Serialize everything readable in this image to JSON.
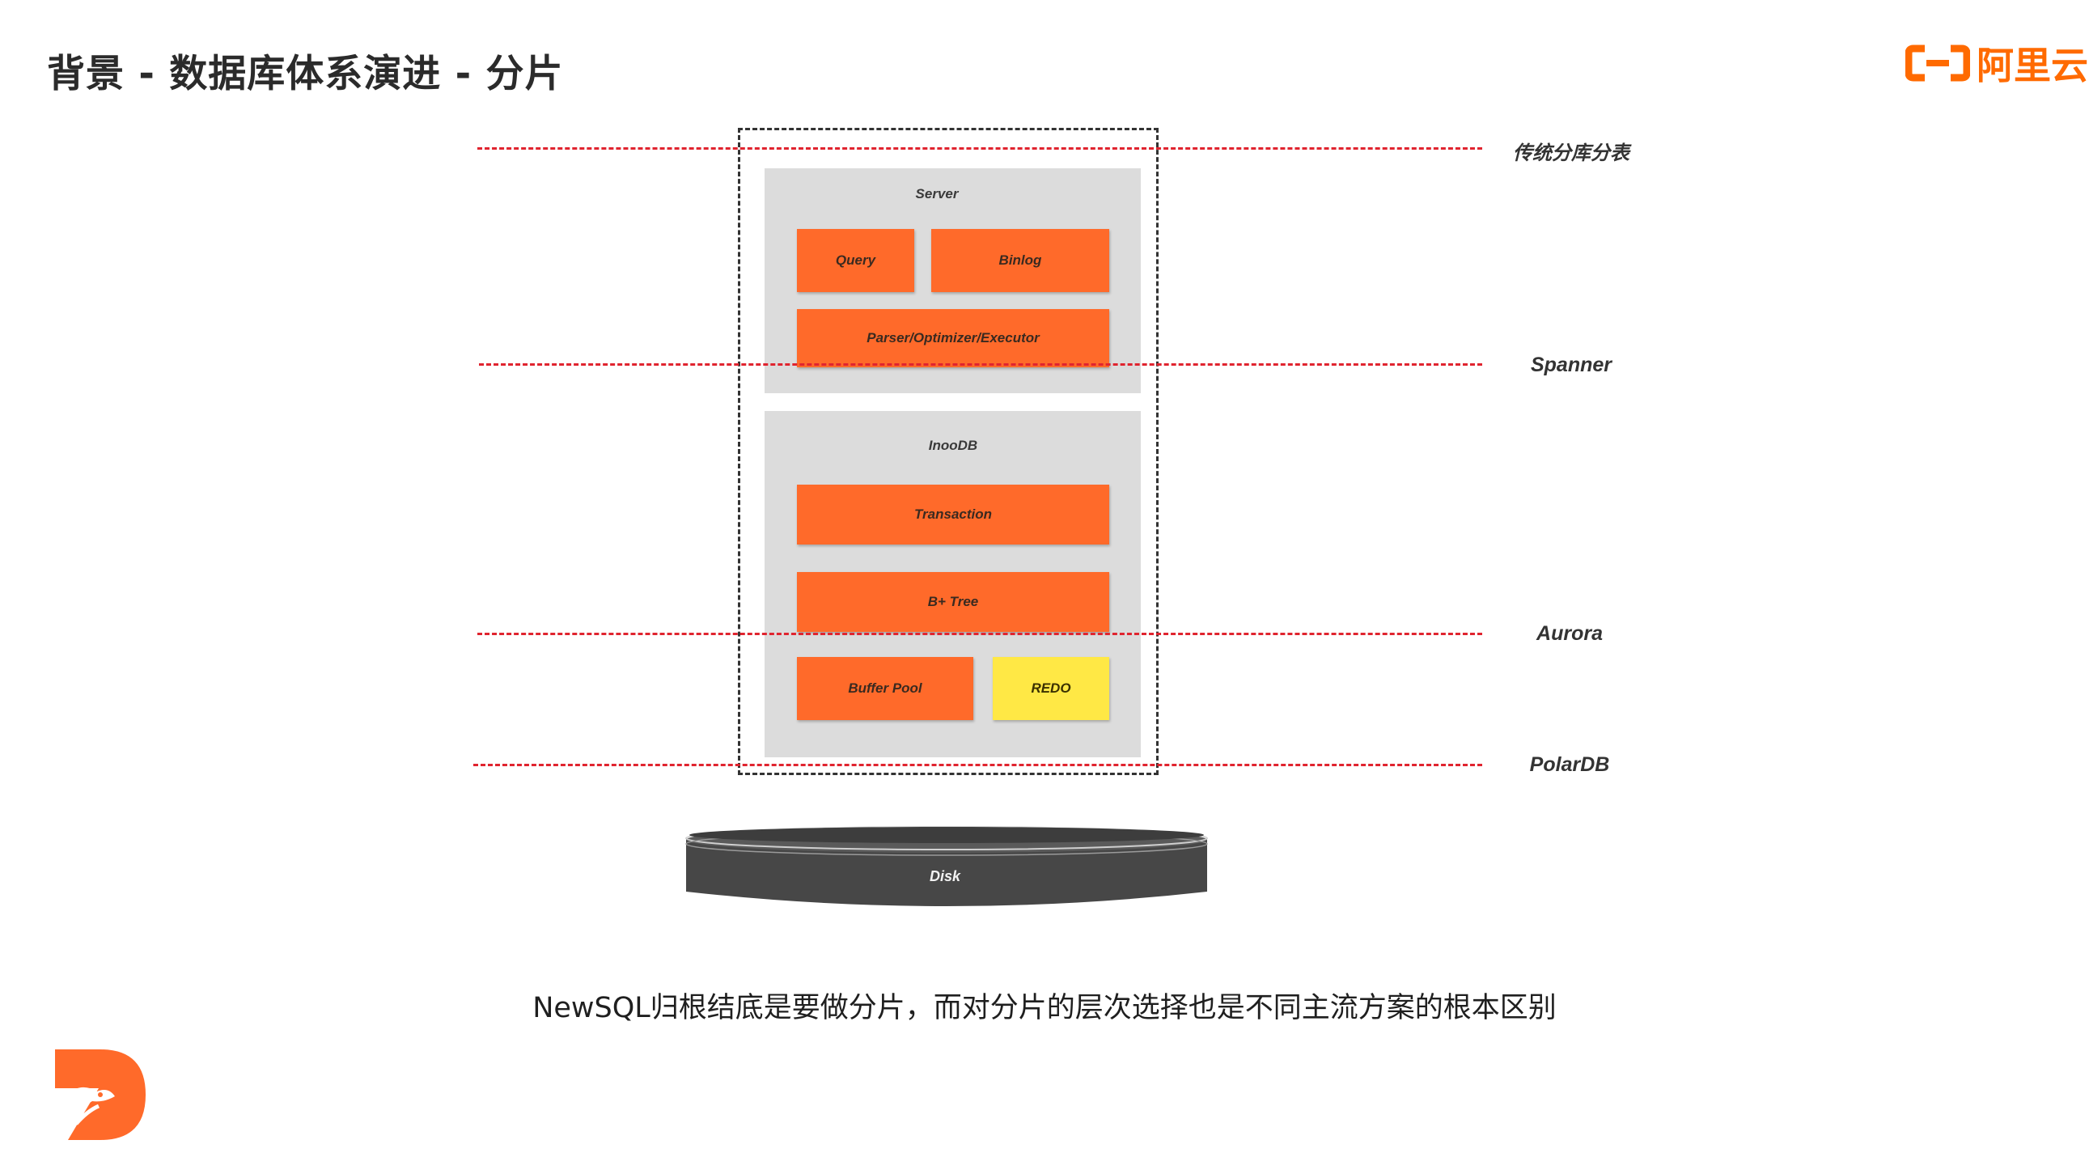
{
  "header": {
    "title": "背景 - 数据库体系演进 - 分片",
    "logo_text": "阿里云"
  },
  "diagram": {
    "server": {
      "label": "Server",
      "query": "Query",
      "binlog": "Binlog",
      "parser": "Parser/Optimizer/Executor"
    },
    "innodb": {
      "label": "InooDB",
      "transaction": "Transaction",
      "btree": "B+ Tree",
      "buffer_pool": "Buffer Pool",
      "redo": "REDO"
    },
    "disk": "Disk",
    "split_lines": [
      {
        "label": "传统分库分表"
      },
      {
        "label": "Spanner"
      },
      {
        "label": "Aurora"
      },
      {
        "label": "PolarDB"
      }
    ]
  },
  "caption": "NewSQL归根结底是要做分片，而对分片的层次选择也是不同主流方案的根本区别",
  "colors": {
    "accent": "#ff6a00",
    "box_orange": "#ff6a2a",
    "box_yellow": "#ffe845",
    "split_line": "#e0242f",
    "panel_gray": "#dcdcdc",
    "disk": "#474747"
  },
  "icons": {
    "logo_icon": "aliyun-bracket-logo",
    "bottom_left_icon": "bear-mascot-logo"
  }
}
